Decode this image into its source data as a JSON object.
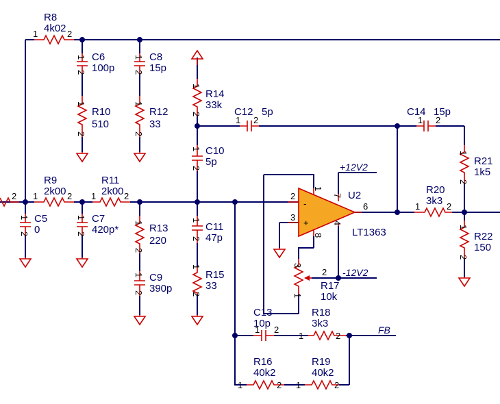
{
  "components": {
    "R8": {
      "ref": "R8",
      "value": "4k02"
    },
    "R9": {
      "ref": "R9",
      "value": "2k00"
    },
    "R11": {
      "ref": "R11",
      "value": "2k00"
    },
    "R10": {
      "ref": "R10",
      "value": "510"
    },
    "R12": {
      "ref": "R12",
      "value": "33"
    },
    "R13": {
      "ref": "R13",
      "value": "220"
    },
    "R14": {
      "ref": "R14",
      "value": "33k"
    },
    "R15": {
      "ref": "R15",
      "value": "33"
    },
    "R16": {
      "ref": "R16",
      "value": "40k2"
    },
    "R17": {
      "ref": "R17",
      "value": "10k"
    },
    "R18": {
      "ref": "R18",
      "value": "3k3"
    },
    "R19": {
      "ref": "R19",
      "value": "40k2"
    },
    "R20": {
      "ref": "R20",
      "value": "3k3"
    },
    "R21": {
      "ref": "R21",
      "value": "1k5"
    },
    "R22": {
      "ref": "R22",
      "value": "150"
    },
    "C5": {
      "ref": "C5",
      "value": "0"
    },
    "C6": {
      "ref": "C6",
      "value": "100p"
    },
    "C7": {
      "ref": "C7",
      "value": "420p*"
    },
    "C8": {
      "ref": "C8",
      "value": "15p"
    },
    "C9": {
      "ref": "C9",
      "value": "390p"
    },
    "C10": {
      "ref": "C10",
      "value": "5p"
    },
    "C11": {
      "ref": "C11",
      "value": "47p"
    },
    "C12": {
      "ref": "C12",
      "value": "5p"
    },
    "C13": {
      "ref": "C13",
      "value": "10p"
    },
    "C14": {
      "ref": "C14",
      "value": "15p"
    },
    "U2": {
      "ref": "U2",
      "value": "LT1363"
    }
  },
  "nets": {
    "pos_supply": "+12V2",
    "neg_supply": "-12V2",
    "feedback": "FB"
  },
  "pins": {
    "p1": "1",
    "p2": "2",
    "p3": "3",
    "p4": "4",
    "p6": "6",
    "p7": "7",
    "p8": "8",
    "minus": "-",
    "plus": "+"
  },
  "colors": {
    "wire": "#000066",
    "component": "#cc0000",
    "text": "#000066"
  }
}
